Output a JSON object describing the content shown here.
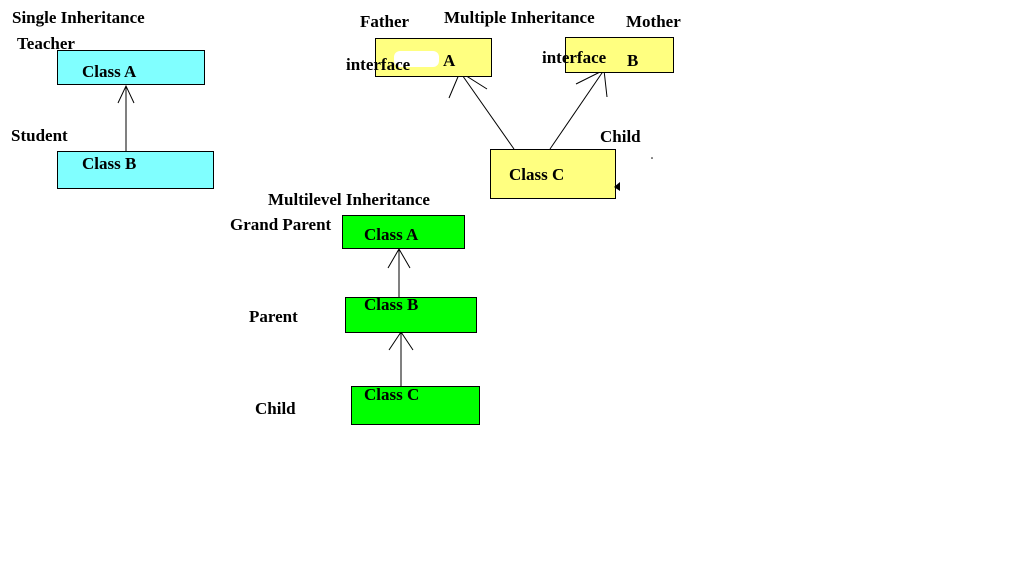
{
  "single": {
    "title": "Single Inheritance",
    "parent_role": "Teacher",
    "parent_class": "Class A",
    "child_role": "Student",
    "child_class": "Class B"
  },
  "multiple": {
    "title": "Multiple Inheritance",
    "left_role": "Father",
    "left_prefix": "interface",
    "left_class": "A",
    "right_role": "Mother",
    "right_prefix": "interface",
    "right_class": "B",
    "child_role": "Child",
    "child_class": "Class C"
  },
  "multilevel": {
    "title": "Multilevel Inheritance",
    "grand_role": "Grand Parent",
    "grand_class": "Class A",
    "parent_role": "Parent",
    "parent_class": "Class B",
    "child_role": "Child",
    "child_class": "Class C"
  },
  "colors": {
    "single_box": "#80ffff",
    "multiple_box": "#ffff80",
    "multilevel_box": "#00ff00"
  }
}
